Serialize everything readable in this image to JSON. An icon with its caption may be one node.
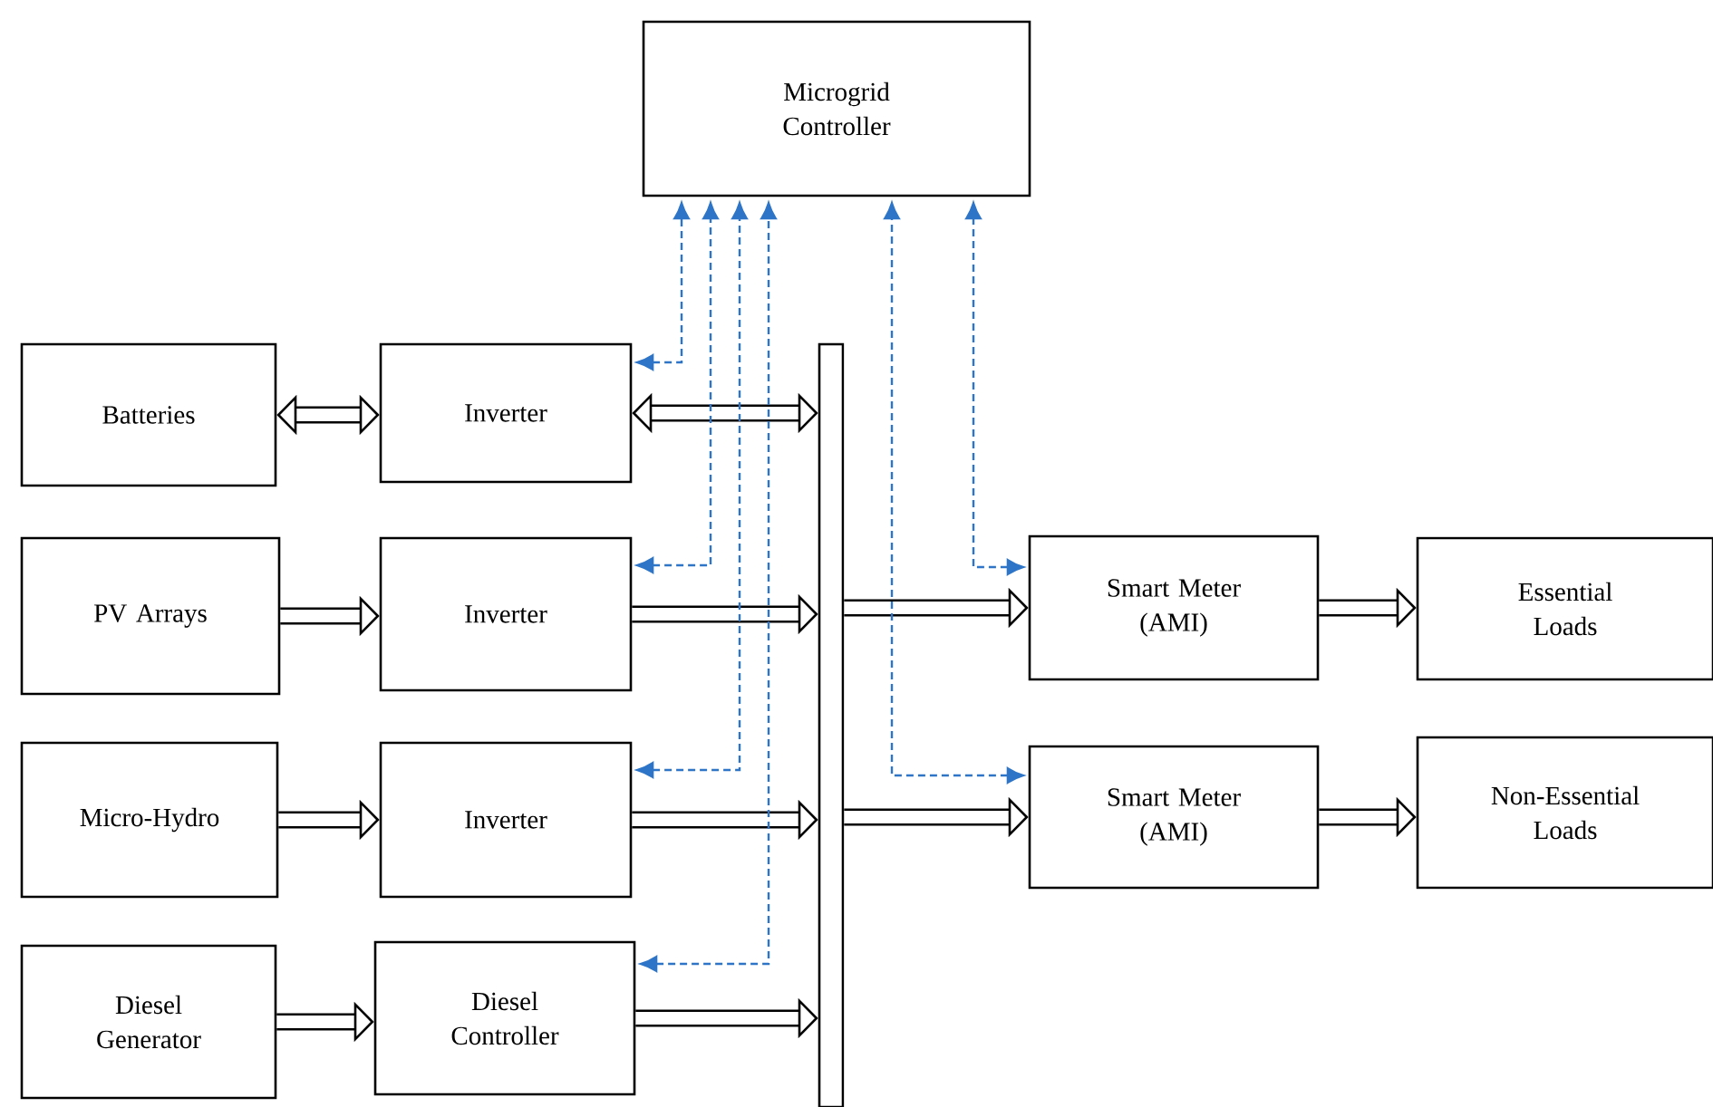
{
  "diagram": {
    "nodes": [
      {
        "text": [
          "Microgrid Controller"
        ]
      },
      {
        "text": [
          "Batteries"
        ]
      },
      {
        "text": [
          "Inverter"
        ]
      },
      {
        "text": [
          "PV Arrays"
        ]
      },
      {
        "text": [
          "Inverter"
        ]
      },
      {
        "text": [
          "Micro-Hydro"
        ]
      },
      {
        "text": [
          "Inverter"
        ]
      },
      {
        "text": [
          "Diesel Generator"
        ]
      },
      {
        "text": [
          "Diesel Controller"
        ]
      },
      {
        "text": [],
        "shape": "bar"
      },
      {
        "text": [
          "Smart Meter (AMI)"
        ]
      },
      {
        "text": [
          "Essential Loads"
        ]
      },
      {
        "text": [
          "Smart Meter (AMI)"
        ]
      },
      {
        "text": [
          "Non-Essential Loads"
        ]
      }
    ],
    "edges": [
      {
        "from": 1,
        "to": 2,
        "arrow": "both"
      },
      {
        "from": 2,
        "to": 9,
        "arrow": "both"
      },
      {
        "from": 3,
        "to": 4,
        "arrow": "to"
      },
      {
        "from": 4,
        "to": 9,
        "arrow": "to"
      },
      {
        "from": 5,
        "to": 6,
        "arrow": "to"
      },
      {
        "from": 6,
        "to": 9,
        "arrow": "to"
      },
      {
        "from": 7,
        "to": 8,
        "arrow": "to"
      },
      {
        "from": 8,
        "to": 9,
        "arrow": "to"
      },
      {
        "from": 9,
        "to": 10,
        "arrow": "to"
      },
      {
        "from": 10,
        "to": 11,
        "arrow": "to"
      },
      {
        "from": 9,
        "to": 12,
        "arrow": "to"
      },
      {
        "from": 12,
        "to": 13,
        "arrow": "to"
      },
      {
        "from": 0,
        "to": 2,
        "arrow": "both",
        "style": "dashed",
        "color": "#2e75c8"
      },
      {
        "from": 0,
        "to": 4,
        "arrow": "both",
        "style": "dashed",
        "color": "#2e75c8"
      },
      {
        "from": 0,
        "to": 6,
        "arrow": "both",
        "style": "dashed",
        "color": "#2e75c8"
      },
      {
        "from": 0,
        "to": 8,
        "arrow": "both",
        "style": "dashed",
        "color": "#2e75c8"
      },
      {
        "from": 0,
        "to": 10,
        "arrow": "both",
        "style": "dashed",
        "color": "#2e75c8"
      },
      {
        "from": 0,
        "to": 12,
        "arrow": "both",
        "style": "dashed",
        "color": "#2e75c8"
      }
    ]
  }
}
